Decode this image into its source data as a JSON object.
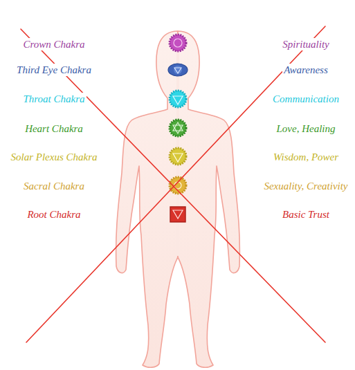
{
  "diagram": {
    "labels": [
      "Crown Chakra",
      "Spirituality",
      "Third Eye Chakra",
      "Awareness",
      "Throat Chakra",
      "Communication",
      "Heart Chakra",
      "Love, Healing",
      "Solar Plexus Chakra",
      "Wisdom, Power",
      "Sacral Chakra",
      "Sexuality, Creativity",
      "Root Chakra",
      "Basic Trust"
    ]
  }
}
